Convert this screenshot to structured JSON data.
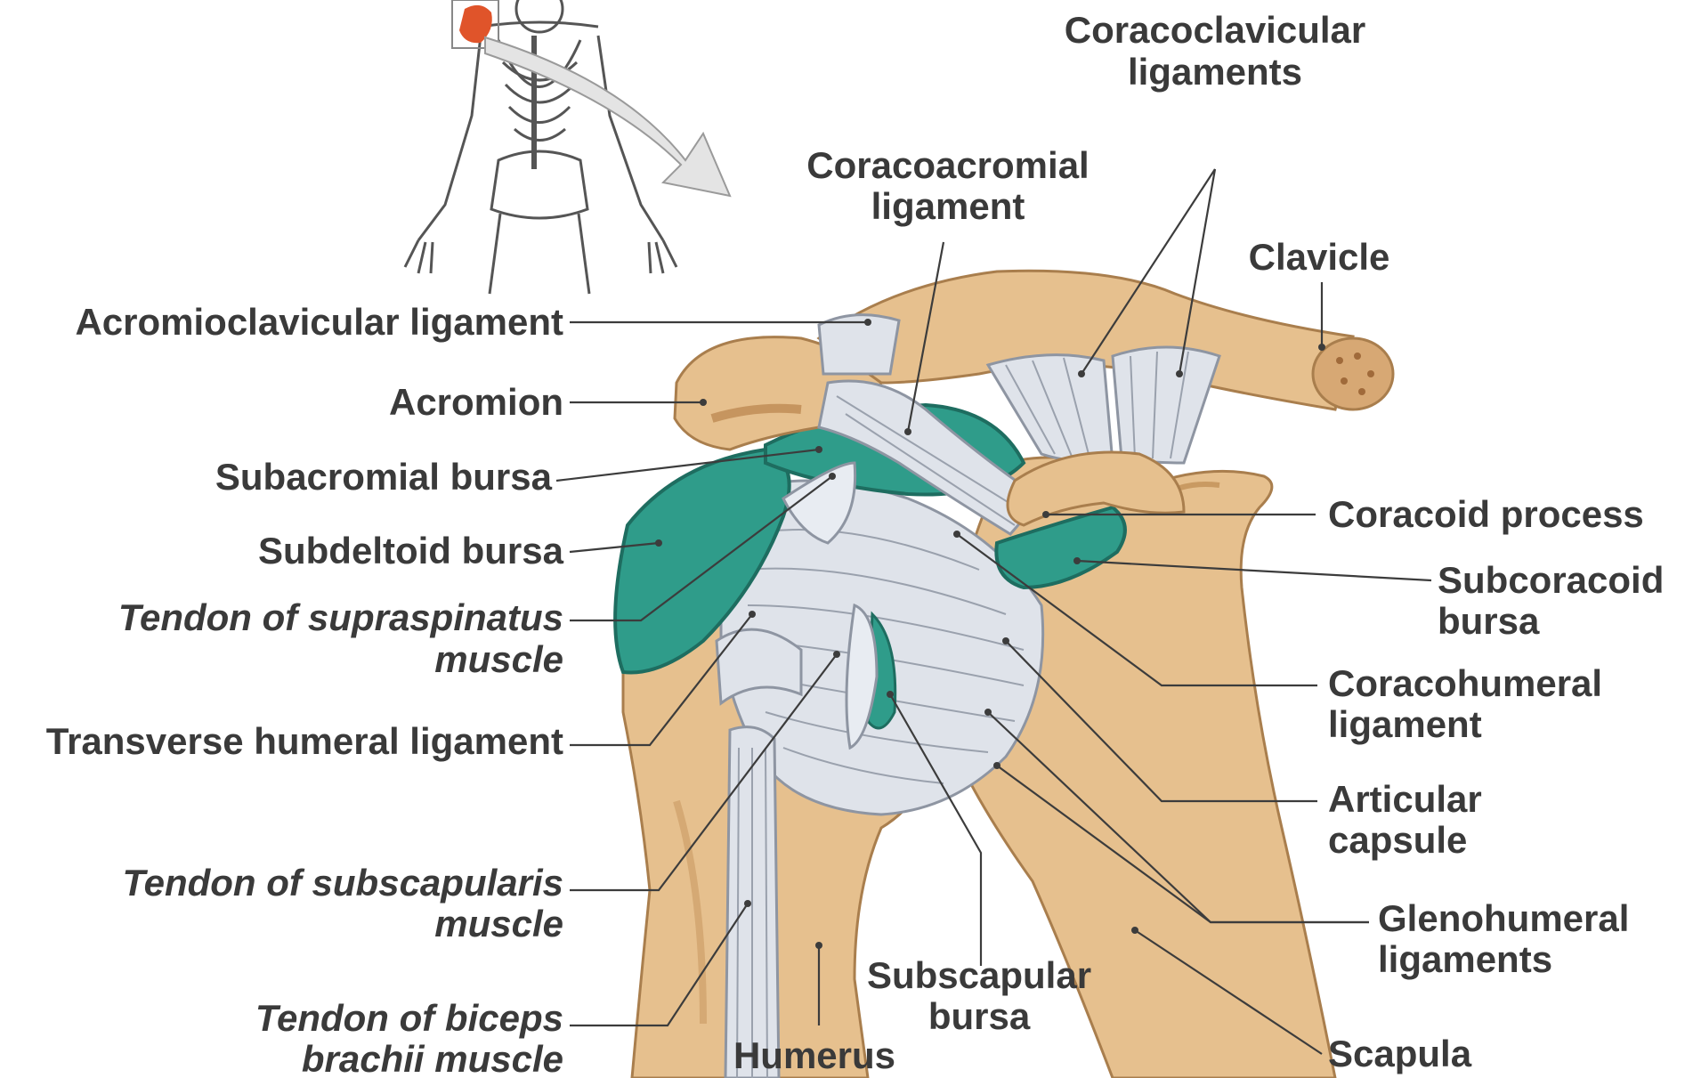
{
  "labels": {
    "coracoclavicular": [
      "Coracoclavicular",
      "ligaments"
    ],
    "coracoacromial": [
      "Coracoacromial",
      "ligament"
    ],
    "clavicle": "Clavicle",
    "acromioclavicular": "Acromioclavicular ligament",
    "acromion": "Acromion",
    "subacromial_bursa": "Subacromial bursa",
    "subdeltoid_bursa": "Subdeltoid bursa",
    "supraspinatus": [
      "Tendon of supraspinatus",
      "muscle"
    ],
    "transverse_humeral": "Transverse humeral ligament",
    "subscapularis": [
      "Tendon of subscapularis",
      "muscle"
    ],
    "biceps": [
      "Tendon of biceps",
      "brachii muscle"
    ],
    "humerus": "Humerus",
    "subscapular_bursa": [
      "Subscapular",
      "bursa"
    ],
    "coracoid_process": "Coracoid process",
    "subcoracoid_bursa": [
      "Subcoracoid",
      "bursa"
    ],
    "coracohumeral": [
      "Coracohumeral",
      "ligament"
    ],
    "articular_capsule": [
      "Articular",
      "capsule"
    ],
    "glenohumeral": [
      "Glenohumeral",
      "ligaments"
    ],
    "scapula": "Scapula"
  },
  "colors": {
    "bone": "#e6c08e",
    "bone_shadow": "#c99a62",
    "bursa": "#2f9c8a",
    "ligament": "#dfe3ea",
    "highlight": "#e0542a",
    "text": "#3a3a3a"
  },
  "icons": {
    "skeleton": "skeleton-figure-icon",
    "arrow": "zoom-arrow-icon"
  }
}
